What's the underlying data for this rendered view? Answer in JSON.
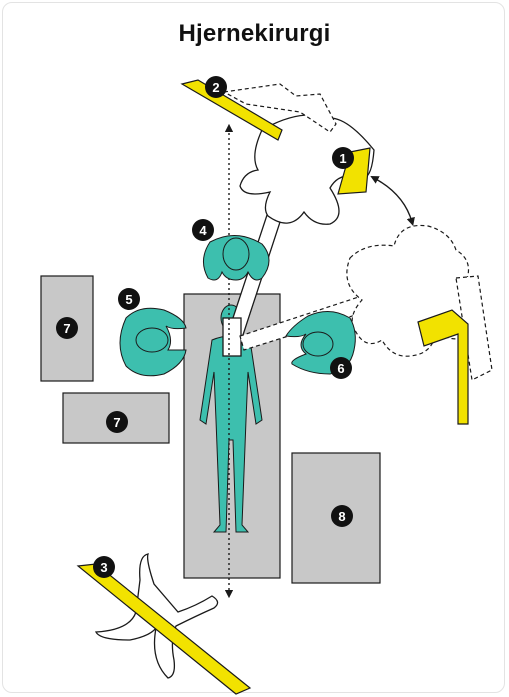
{
  "title": "Hjernekirurgi",
  "markers": [
    {
      "id": "1",
      "label": "1"
    },
    {
      "id": "2",
      "label": "2"
    },
    {
      "id": "3",
      "label": "3"
    },
    {
      "id": "4",
      "label": "4"
    },
    {
      "id": "5",
      "label": "5"
    },
    {
      "id": "6",
      "label": "6"
    },
    {
      "id": "7a",
      "label": "7"
    },
    {
      "id": "7b",
      "label": "7"
    },
    {
      "id": "8",
      "label": "8"
    }
  ],
  "colors": {
    "person": "#3dbfae",
    "equipment_gray": "#c8c8c8",
    "monitor_yellow": "#f2e200",
    "outline": "#1a1a1a",
    "marker": "#111111"
  }
}
